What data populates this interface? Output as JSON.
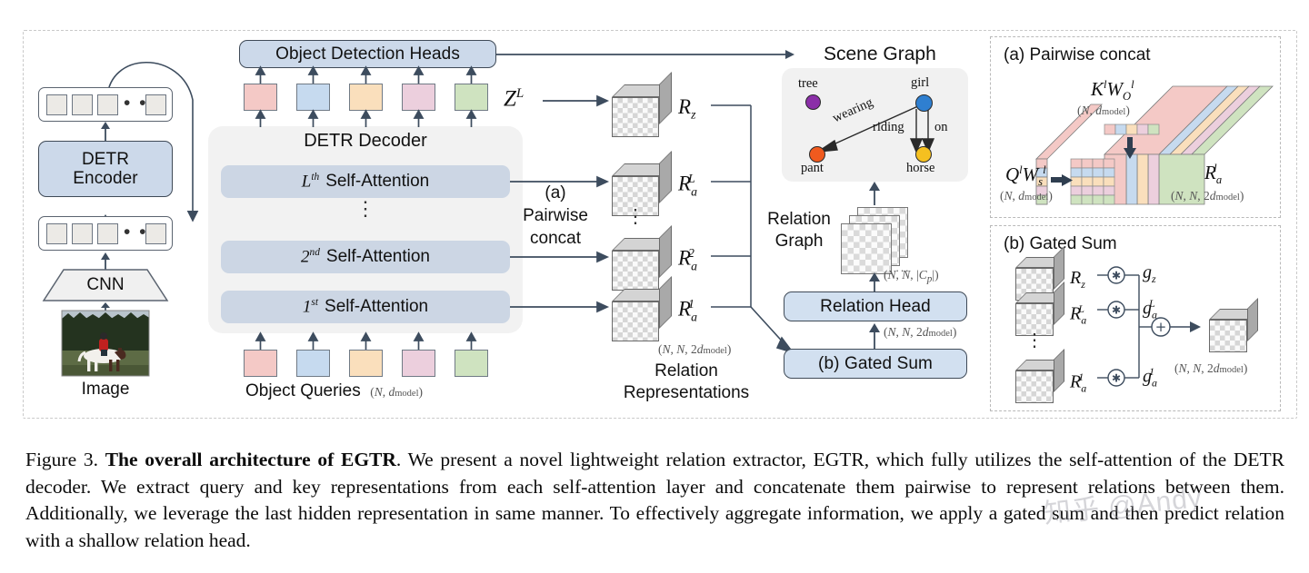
{
  "figure": {
    "caption_prefix": "Figure 3.",
    "caption_bold": "The overall architecture of EGTR",
    "caption_rest": ". We present a novel lightweight relation extractor, EGTR, which fully utilizes the self-attention of the DETR decoder. We extract query and key representations from each self-attention layer and concatenate them pairwise to represent relations between them. Additionally, we leverage the last hidden representation in same manner. To effectively aggregate information, we apply a gated sum and then predict relation with a shallow relation head."
  },
  "watermark": {
    "text": "知乎 @Andy"
  },
  "backbone": {
    "image_label": "Image",
    "cnn_label": "CNN",
    "encoder_label_line1": "DETR",
    "encoder_label_line2": "Encoder",
    "ellipsis": "• • •"
  },
  "decoder": {
    "title": "DETR Decoder",
    "layers": [
      {
        "ord": "L",
        "sup": "th",
        "name": "Self-Attention"
      },
      {
        "ord": "2",
        "sup": "nd",
        "name": "Self-Attention"
      },
      {
        "ord": "1",
        "sup": "st",
        "name": "Self-Attention"
      }
    ],
    "vertical_ellipsis": "⋮"
  },
  "heads": {
    "label": "Object Detection Heads"
  },
  "queries": {
    "label": "Object Queries",
    "dims": "(N, d_model)",
    "colors": [
      "#f4c9c6",
      "#c6daef",
      "#fadfbc",
      "#eccfdd",
      "#cfe3c0"
    ]
  },
  "pairwise_link": {
    "tag": "(a)",
    "line1": "Pairwise",
    "line2": "concat"
  },
  "relation_reps": {
    "title_line1": "Relation",
    "title_line2": "Representations",
    "dims": "(N, N, 2d_model)",
    "items": [
      {
        "base": "R",
        "sub": "z",
        "sup": ""
      },
      {
        "base": "R",
        "sub": "a",
        "sup": "L"
      },
      {
        "base": "R",
        "sub": "a",
        "sup": "2"
      },
      {
        "base": "R",
        "sub": "a",
        "sup": "1"
      }
    ],
    "z_label": "Z",
    "z_sup": "L",
    "vertical_ellipsis": "⋮"
  },
  "scene_graph": {
    "title": "Scene Graph",
    "nodes": [
      {
        "name": "tree",
        "color": "#8b2fa8"
      },
      {
        "name": "girl",
        "color": "#2f7fd0"
      },
      {
        "name": "pant",
        "color": "#f05a1e"
      },
      {
        "name": "horse",
        "color": "#f5c020"
      }
    ],
    "edges": [
      {
        "label": "wearing",
        "from": "girl",
        "to": "pant"
      },
      {
        "label": "riding",
        "from": "girl",
        "to": "horse"
      },
      {
        "label": "on",
        "from": "girl",
        "to": "horse"
      }
    ]
  },
  "relation_graph": {
    "title_line1": "Relation",
    "title_line2": "Graph",
    "out_dims": "(N, N, |C_p|)",
    "in_dims": "(N, N, 2d_model)"
  },
  "relation_head": {
    "label": "Relation Head"
  },
  "gated_sum_box": {
    "label": "(b) Gated Sum"
  },
  "panel_a": {
    "title": "(a) Pairwise concat",
    "k_label": "K^l W_O^l",
    "k_dims": "(N, d_model)",
    "q_label": "Q^l W_s^l",
    "q_dims": "(N, d_model)",
    "out_label": "R_a^l",
    "out_dims": "(N, N, 2d_model)",
    "stripe_colors": [
      "#f4c9c6",
      "#c6daef",
      "#fadfbc",
      "#eccfdd",
      "#cfe3c0"
    ]
  },
  "panel_b": {
    "title": "(b) Gated Sum",
    "rows": [
      {
        "rep": "R_z",
        "gate": "g_z",
        "op": "⊛"
      },
      {
        "rep": "R_a^L",
        "gate": "g_a^L",
        "op": "⊛"
      },
      {
        "rep": "R_a^1",
        "gate": "g_a^1",
        "op": "⊛"
      }
    ],
    "sum_op": "⊕",
    "out_dims": "(N, N, 2d_model)",
    "vertical_ellipsis": "⋮"
  }
}
